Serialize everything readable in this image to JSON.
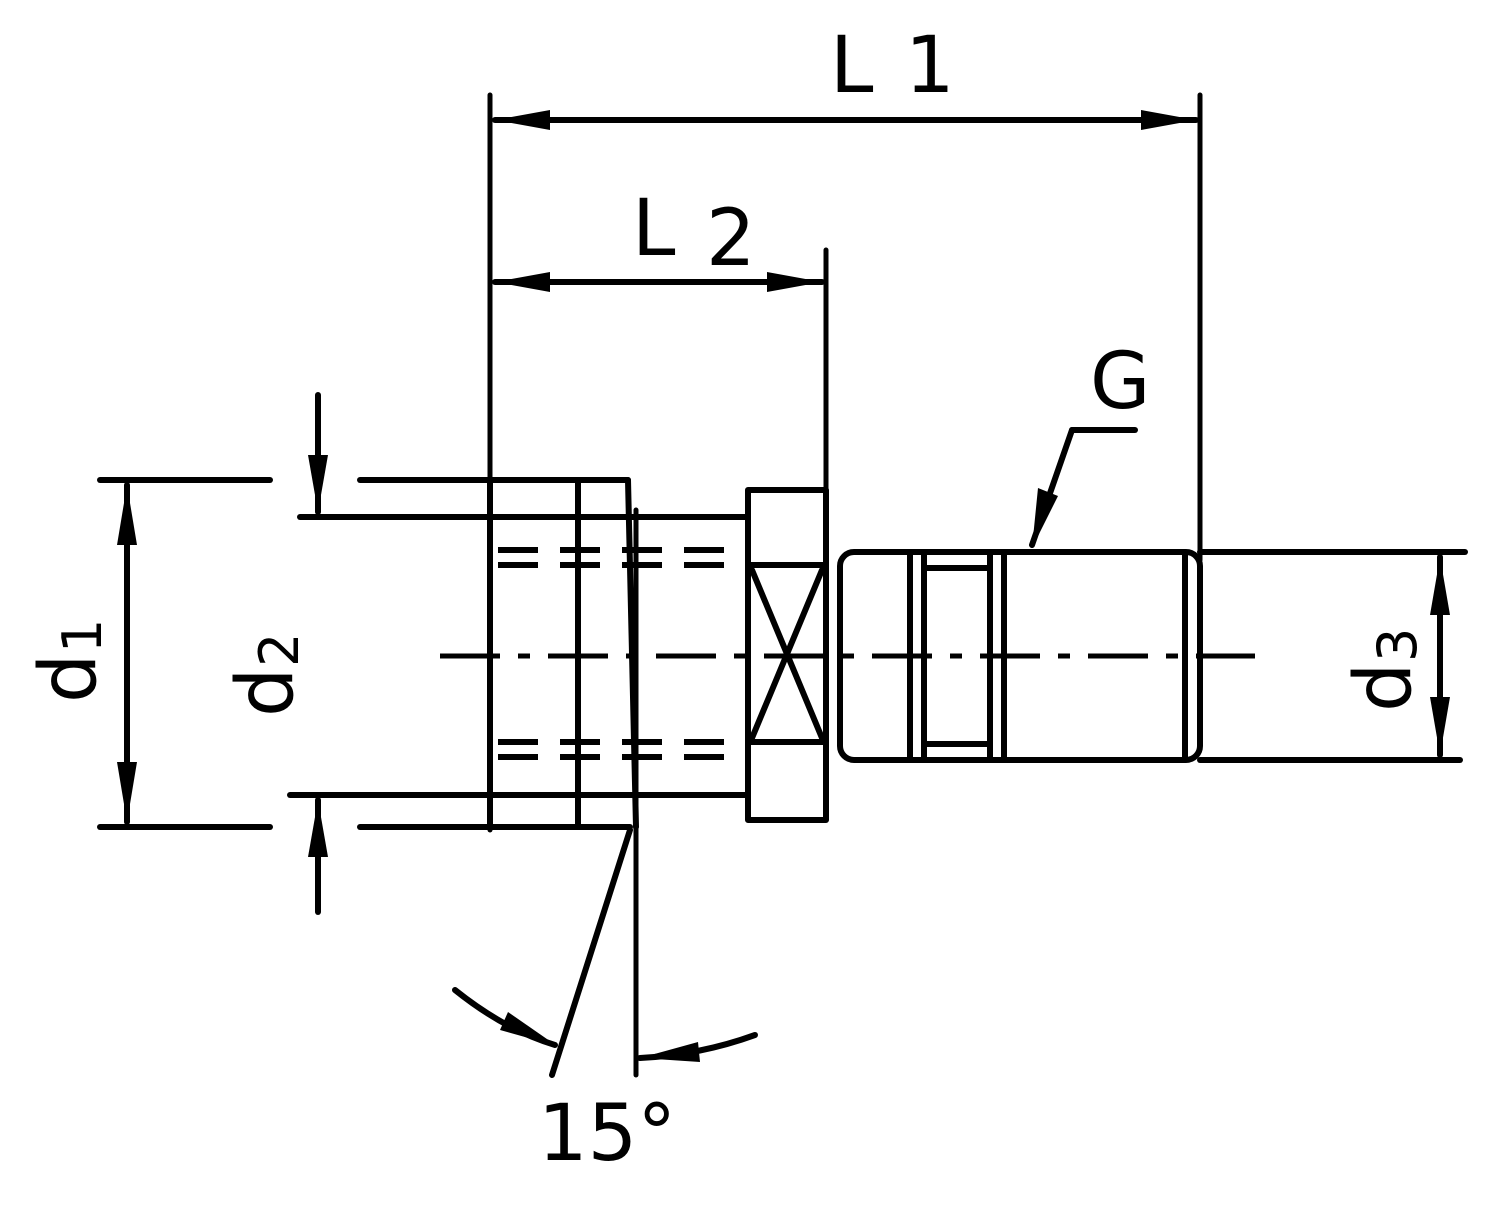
{
  "labels": {
    "L1_main": "L",
    "L1_sub": "1",
    "L2_main": "L",
    "L2_sub": "2",
    "G": "G",
    "d1_main": "d",
    "d1_sub": "1",
    "d2_main": "d",
    "d2_sub": "2",
    "d3_main": "d",
    "d3_sub": "3",
    "angle": "15°"
  }
}
